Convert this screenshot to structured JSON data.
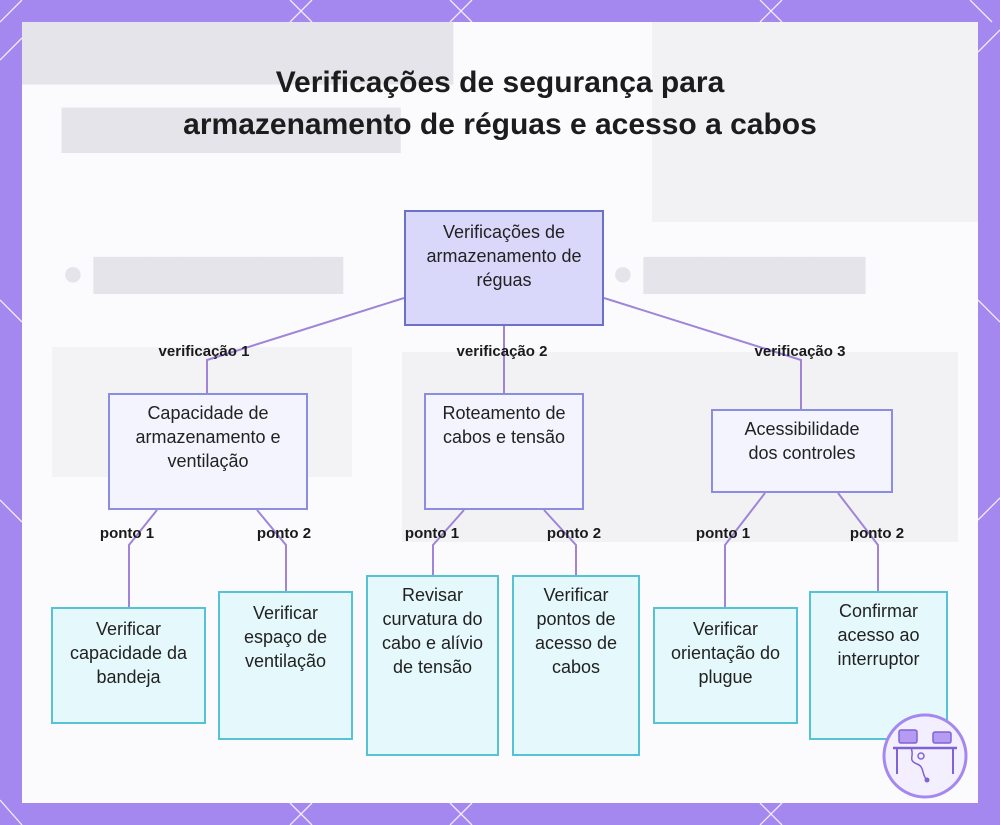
{
  "title": "Verificações de segurança para armazenamento de réguas e acesso a cabos",
  "colors": {
    "frame": "#a488f0",
    "root_fill": "#d9d8fb",
    "root_border": "#6d70c9",
    "mid_fill": "#f3f4fd",
    "mid_border": "#8b8ee0",
    "leaf_fill": "#e5f8fb",
    "leaf_border": "#55c3d3",
    "edge": "#a084d8"
  },
  "diagram": {
    "root": {
      "label": "Verificações de armazenamento de réguas"
    },
    "branches": [
      {
        "edge_label": "verificação 1",
        "label": "Capacidade de armazenamento e ventilação",
        "points": [
          {
            "edge_label": "ponto 1",
            "label": "Verificar capacidade da bandeja"
          },
          {
            "edge_label": "ponto 2",
            "label": "Verificar espaço de ventilação"
          }
        ]
      },
      {
        "edge_label": "verificação 2",
        "label": "Roteamento de cabos e tensão",
        "points": [
          {
            "edge_label": "ponto 1",
            "label": "Revisar curvatura do cabo e alívio de tensão"
          },
          {
            "edge_label": "ponto 2",
            "label": "Verificar pontos de acesso de cabos"
          }
        ]
      },
      {
        "edge_label": "verificação 3",
        "label": "Acessibilidade dos controles",
        "points": [
          {
            "edge_label": "ponto 1",
            "label": "Verificar orientação do plugue"
          },
          {
            "edge_label": "ponto 2",
            "label": "Confirmar acesso ao interruptor"
          }
        ]
      }
    ]
  },
  "badge": {
    "icon": "desk-workstation-icon"
  }
}
